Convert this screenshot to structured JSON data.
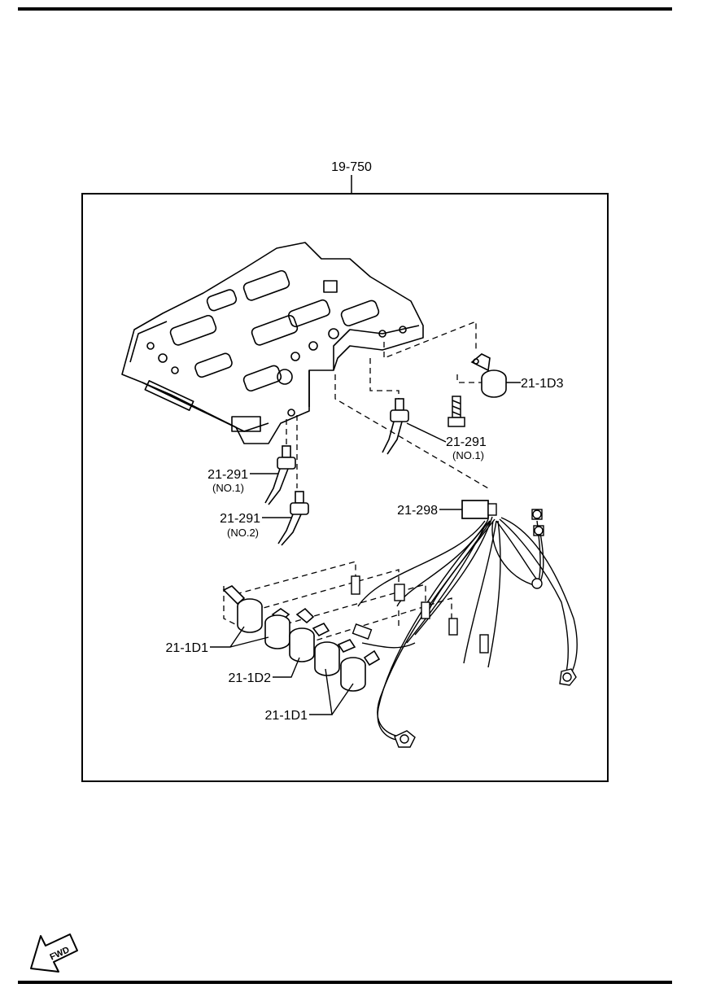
{
  "labels": {
    "assembly": "19-750",
    "sensor_d3": "21-1D3",
    "sensor_right": "21-291",
    "sensor_right_no": "(NO.1)",
    "sensor_left1": "21-291",
    "sensor_left1_no": "(NO.1)",
    "sensor_left2": "21-291",
    "sensor_left2_no": "(NO.2)",
    "harness": "21-298",
    "solenoid_d1_upper": "21-1D1",
    "solenoid_d2": "21-1D2",
    "solenoid_d1_lower": "21-1D1"
  },
  "fwd_arrow": {
    "text": "FWD"
  }
}
